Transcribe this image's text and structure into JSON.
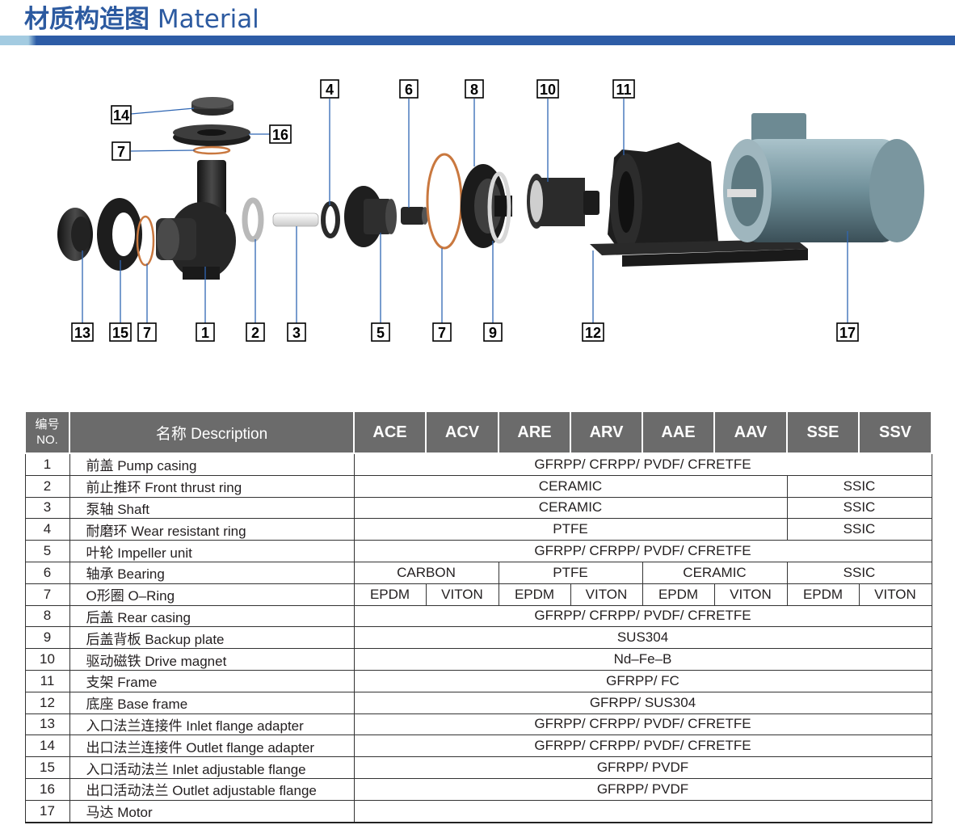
{
  "header": {
    "title_cn": "材质构造图",
    "title_en": "Material"
  },
  "callouts": [
    {
      "label": "14"
    },
    {
      "label": "16"
    },
    {
      "label": "7"
    },
    {
      "label": "4"
    },
    {
      "label": "6"
    },
    {
      "label": "8"
    },
    {
      "label": "10"
    },
    {
      "label": "11"
    },
    {
      "label": "13"
    },
    {
      "label": "15"
    },
    {
      "label": "7"
    },
    {
      "label": "1"
    },
    {
      "label": "2"
    },
    {
      "label": "3"
    },
    {
      "label": "5"
    },
    {
      "label": "7"
    },
    {
      "label": "9"
    },
    {
      "label": "12"
    },
    {
      "label": "17"
    }
  ],
  "colors": {
    "brand_blue": "#2d5ca6",
    "accent_light": "#a3cbe1",
    "header_grey": "#6b6b6b",
    "leader_blue": "#2f66b3"
  },
  "table": {
    "no_header_cn": "编号",
    "no_header_en": "NO.",
    "desc_header": "名称 Description",
    "models": [
      "ACE",
      "ACV",
      "ARE",
      "ARV",
      "AAE",
      "AAV",
      "SSE",
      "SSV"
    ],
    "rows": [
      {
        "no": "1",
        "desc": "前盖 Pump casing",
        "cells": [
          {
            "v": "GFRPP/ CFRPP/ PVDF/ CFRETFE",
            "span": 8
          }
        ]
      },
      {
        "no": "2",
        "desc": "前止推环 Front thrust ring",
        "cells": [
          {
            "v": "CERAMIC",
            "span": 6
          },
          {
            "v": "SSIC",
            "span": 2
          }
        ]
      },
      {
        "no": "3",
        "desc": "泵轴 Shaft",
        "cells": [
          {
            "v": "CERAMIC",
            "span": 6
          },
          {
            "v": "SSIC",
            "span": 2
          }
        ]
      },
      {
        "no": "4",
        "desc": "耐磨环 Wear resistant ring",
        "cells": [
          {
            "v": "PTFE",
            "span": 6
          },
          {
            "v": "SSIC",
            "span": 2
          }
        ]
      },
      {
        "no": "5",
        "desc": "叶轮 Impeller unit",
        "cells": [
          {
            "v": "GFRPP/ CFRPP/ PVDF/ CFRETFE",
            "span": 8
          }
        ]
      },
      {
        "no": "6",
        "desc": "轴承 Bearing",
        "cells": [
          {
            "v": "CARBON",
            "span": 2
          },
          {
            "v": "PTFE",
            "span": 2
          },
          {
            "v": "CERAMIC",
            "span": 2
          },
          {
            "v": "SSIC",
            "span": 2
          }
        ]
      },
      {
        "no": "7",
        "desc": "O形圈 O–Ring",
        "cells": [
          {
            "v": "EPDM",
            "span": 1
          },
          {
            "v": "VITON",
            "span": 1
          },
          {
            "v": "EPDM",
            "span": 1
          },
          {
            "v": "VITON",
            "span": 1
          },
          {
            "v": "EPDM",
            "span": 1
          },
          {
            "v": "VITON",
            "span": 1
          },
          {
            "v": "EPDM",
            "span": 1
          },
          {
            "v": "VITON",
            "span": 1
          }
        ]
      },
      {
        "no": "8",
        "desc": "后盖 Rear casing",
        "cells": [
          {
            "v": "GFRPP/ CFRPP/ PVDF/ CFRETFE",
            "span": 8
          }
        ]
      },
      {
        "no": "9",
        "desc": "后盖背板 Backup plate",
        "cells": [
          {
            "v": "SUS304",
            "span": 8
          }
        ]
      },
      {
        "no": "10",
        "desc": "驱动磁铁 Drive magnet",
        "cells": [
          {
            "v": "Nd–Fe–B",
            "span": 8
          }
        ]
      },
      {
        "no": "11",
        "desc": "支架 Frame",
        "cells": [
          {
            "v": "GFRPP/ FC",
            "span": 8
          }
        ]
      },
      {
        "no": "12",
        "desc": "底座 Base frame",
        "cells": [
          {
            "v": "GFRPP/ SUS304",
            "span": 8
          }
        ]
      },
      {
        "no": "13",
        "desc": "入口法兰连接件 Inlet flange adapter",
        "cells": [
          {
            "v": "GFRPP/ CFRPP/ PVDF/ CFRETFE",
            "span": 8
          }
        ]
      },
      {
        "no": "14",
        "desc": "出口法兰连接件 Outlet flange adapter",
        "cells": [
          {
            "v": "GFRPP/ CFRPP/ PVDF/ CFRETFE",
            "span": 8
          }
        ]
      },
      {
        "no": "15",
        "desc": "入口活动法兰 Inlet adjustable flange",
        "cells": [
          {
            "v": "GFRPP/ PVDF",
            "span": 8
          }
        ]
      },
      {
        "no": "16",
        "desc": "出口活动法兰 Outlet adjustable flange",
        "cells": [
          {
            "v": "GFRPP/ PVDF",
            "span": 8
          }
        ]
      },
      {
        "no": "17",
        "desc": "马达 Motor",
        "cells": []
      }
    ]
  }
}
